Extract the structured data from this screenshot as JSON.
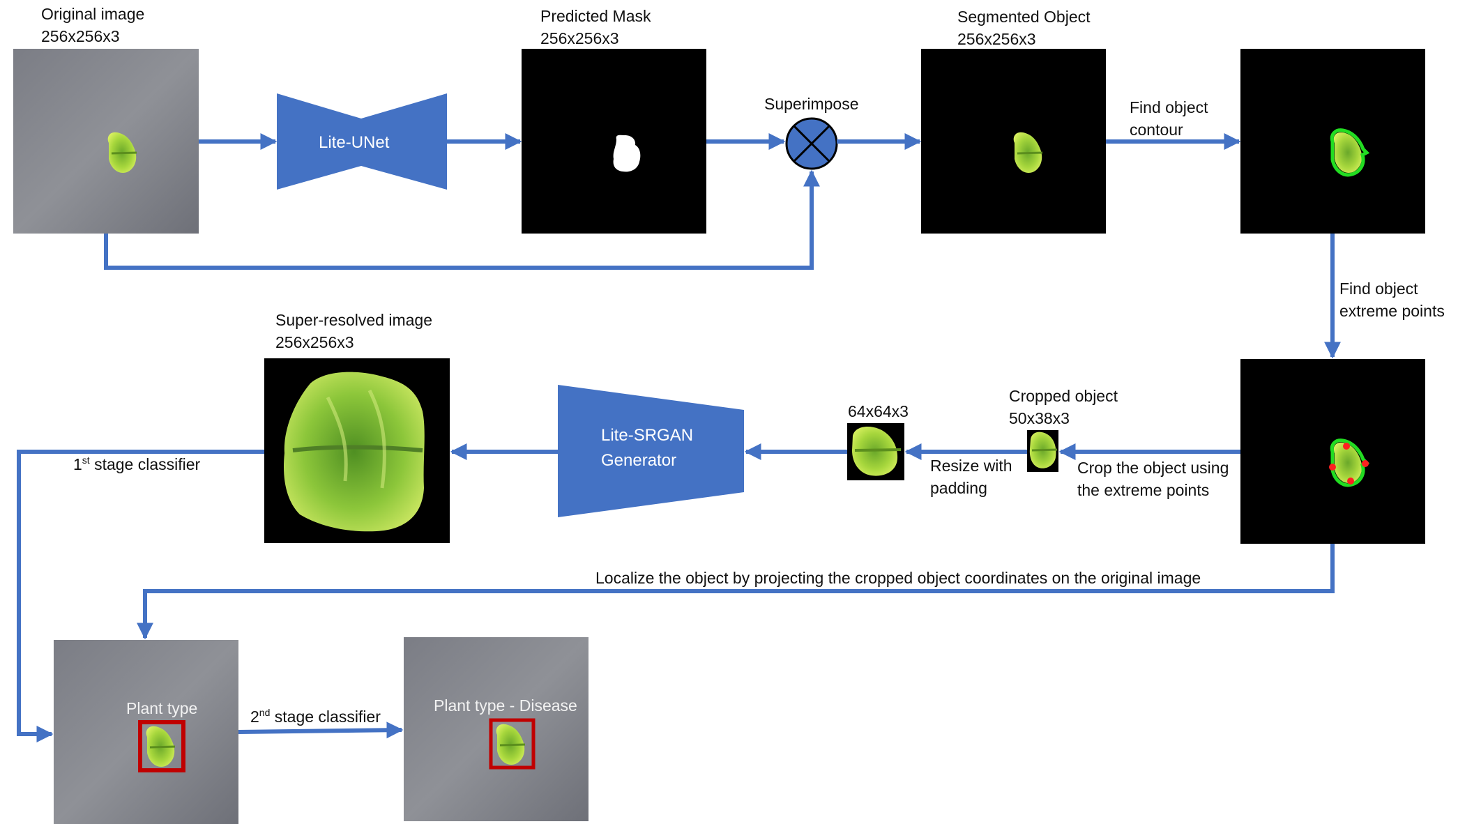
{
  "nodes": {
    "original_title": "Original image",
    "original_size": "256x256x3",
    "mask_title": "Predicted Mask",
    "mask_size": "256x256x3",
    "superimpose": "Superimpose",
    "segmented_title": "Segmented Object",
    "segmented_size": "256x256x3",
    "lite_unet": "Lite-UNet",
    "find_contour_1": "Find object",
    "find_contour_2": "contour",
    "find_extreme_1": "Find object",
    "find_extreme_2": "extreme points",
    "sr_title": "Super-resolved image",
    "sr_size": "256x256x3",
    "srgan_1": "Lite-SRGAN",
    "srgan_2": "Generator",
    "resized_size": "64x64x3",
    "cropped_title": "Cropped object",
    "cropped_size": "50x38x3",
    "resize_1": "Resize with",
    "resize_2": "padding",
    "crop_1": "Crop the object using",
    "crop_2": "the extreme points",
    "stage1_sup": "st",
    "stage1_num": "1",
    "stage1_text": " stage classifier",
    "localize": "Localize the object by projecting the cropped object coordinates on the original image",
    "plant_type": "Plant type",
    "stage2_num": "2",
    "stage2_sup": "nd",
    "stage2_text": "  stage classifier",
    "plant_disease": "Plant type - Disease"
  },
  "colors": {
    "arrow": "#4472c4",
    "block": "#4472c4",
    "bbox": "#c00000",
    "leaf": "#9acd32",
    "contour": "#22dd22",
    "extreme_point": "#ff2020"
  }
}
